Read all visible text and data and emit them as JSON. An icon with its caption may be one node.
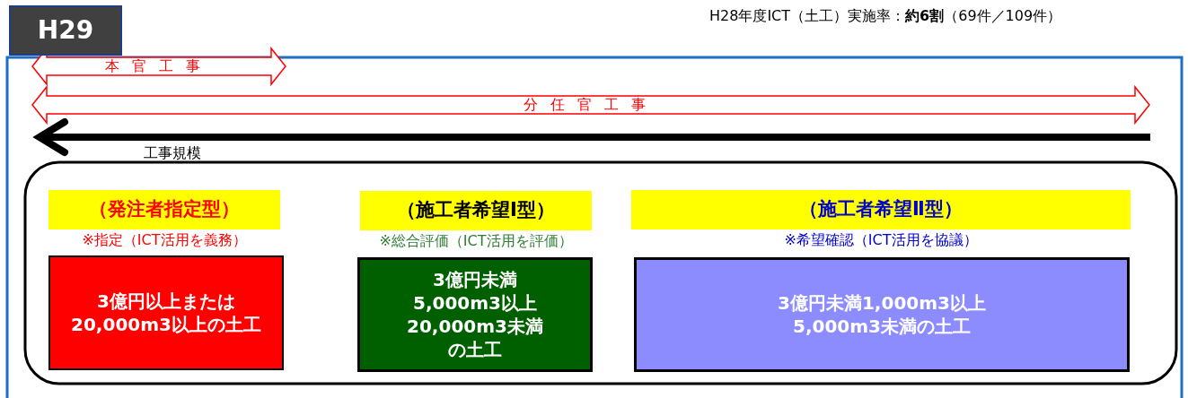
{
  "diagram": {
    "nodes": [
      {
        "text": [
          "H29"
        ]
      },
      {
        "text": [
          "（発注者指定型）"
        ],
        "beside": [
          "※指定（ICT活用を義務）"
        ]
      },
      {
        "text": [
          "3億円以上または20,000m3以上の土工"
        ]
      },
      {
        "text": [
          "（施工者希望Ⅰ型）"
        ],
        "beside": [
          "※総合評価（ICT活用を評価）"
        ]
      },
      {
        "text": [
          "3億円未満5,000m3以上20,000m3未満の土工"
        ]
      },
      {
        "text": [
          "（施工者希望Ⅱ型）"
        ],
        "beside": [
          "※希望確認（ICT活用を協議）"
        ]
      },
      {
        "text": [
          "3億円未満1,000m3以上5,000m3未満の土工"
        ]
      }
    ],
    "labels": [
      "H28年度ICT（土工）実施率：**約6割**（69件／109件）",
      "本官工事",
      "分任官工事",
      "工事規模"
    ]
  }
}
